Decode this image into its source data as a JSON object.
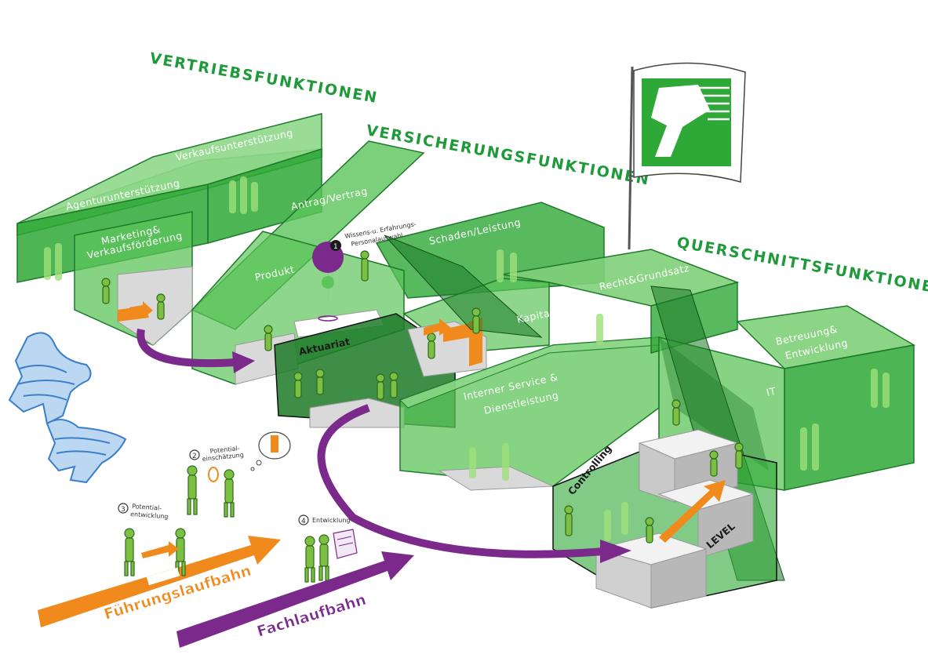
{
  "headings": {
    "vertrieb": "VERTRIEBSFUNKTIONEN",
    "versicherung": "VERSICHERUNGSFUNKTIONEN",
    "querschnitt": "QUERSCHNITTSFUNKTIONEN"
  },
  "rooms": {
    "agentur": "Agenturunterstützung",
    "verkauf": "Verkaufsunterstützung",
    "marketing_1": "Marketing&",
    "marketing_2": "Verkaufsförderung",
    "antrag": "Antrag/Vertrag",
    "schaden": "Schaden/Leistung",
    "produkt": "Produkt",
    "aktuariat": "Aktuariat",
    "kapital": "Kapital&Finanzen",
    "recht": "Recht&Grundsatz",
    "interner_1": "Interner Service &",
    "interner_2": "Dienstleistung",
    "betreuung_1": "Betreuung&",
    "betreuung_2": "Entwicklung",
    "it": "IT",
    "controlling": "Controlling",
    "level": "LEVEL"
  },
  "steps": {
    "s1_num": "1",
    "s1_text_1": "Wissens-u. Erfahrungs-",
    "s1_text_2": "Personalauswahl",
    "s2_num": "2",
    "s2_text_1": "Potential-",
    "s2_text_2": "einschätzung",
    "s3_num": "3",
    "s3_text_1": "Potential-",
    "s3_text_2": "entwicklung",
    "s4_num": "4",
    "s4_text": "Entwicklung"
  },
  "tracks": {
    "fuehrung": "Führungslaufbahn",
    "fach": "Fachlaufbahn"
  },
  "colors": {
    "green": "#2ea836",
    "green_glass": "#5cc45a",
    "heading_green": "#1e9a3a",
    "orange": "#f08a1c",
    "purple": "#7b2a8c",
    "horse_blue": "#3a7fc8",
    "step_grey": "#c9c9c9"
  }
}
